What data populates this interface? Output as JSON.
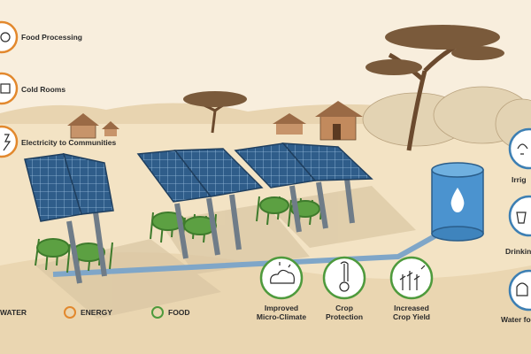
{
  "left_items": [
    {
      "label": "Food Processing",
      "icon": "food-processing-icon"
    },
    {
      "label": "Cold Rooms",
      "icon": "cold-room-icon"
    },
    {
      "label": "Electricity to Communities",
      "icon": "electricity-icon"
    }
  ],
  "right_items": [
    {
      "label": "Irrig",
      "icon": "irrigation-icon"
    },
    {
      "label": "Drinkin",
      "icon": "drinking-water-icon"
    },
    {
      "label": "Water fo",
      "icon": "livestock-water-icon"
    }
  ],
  "bottom_items": [
    {
      "line1": "Improved",
      "line2": "Micro-Climate",
      "icon": "micro-climate-icon"
    },
    {
      "line1": "Crop",
      "line2": "Protection",
      "icon": "thermometer-icon"
    },
    {
      "line1": "Increased",
      "line2": "Crop Yield",
      "icon": "crop-yield-icon"
    }
  ],
  "legend": {
    "water": "WATER",
    "energy": "ENERGY",
    "food": "FOOD"
  },
  "colors": {
    "water": "#3d7fb3",
    "energy": "#e2882d",
    "food": "#4e9a3c",
    "sky": "#f6ecd9",
    "ground": "#f3e3c4",
    "panel": "#2f5d8a",
    "pipe": "#7fa6c8"
  }
}
